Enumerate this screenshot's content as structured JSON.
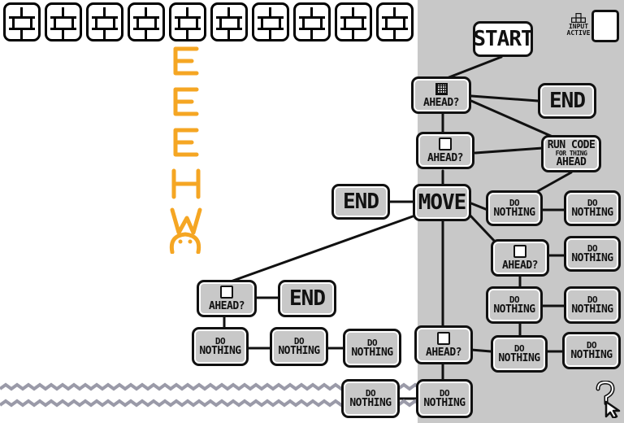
{
  "game": {
    "colors": {
      "panel": "#c8c8c8",
      "player": "#f5a623",
      "water": "#9a9aa8",
      "outline": "#111111"
    },
    "brick_row": {
      "count": 10
    },
    "player_text": "EEHWo",
    "indicator": {
      "line1": "INPUT",
      "line2": "ACTIVE",
      "icon": "grid-icon"
    },
    "help_icon": "question-cursor-icon"
  },
  "program": {
    "nodes": [
      {
        "id": "start",
        "lines": [
          "START"
        ]
      },
      {
        "id": "ahead1",
        "icon": "grid-icon",
        "lines": [
          "AHEAD?"
        ]
      },
      {
        "id": "end1",
        "lines": [
          "END"
        ]
      },
      {
        "id": "ahead2",
        "icon": "box-icon",
        "lines": [
          "AHEAD?"
        ]
      },
      {
        "id": "runcode",
        "lines": [
          "RUN CODE",
          "FOR THING",
          "AHEAD"
        ]
      },
      {
        "id": "end2",
        "lines": [
          "END"
        ]
      },
      {
        "id": "move",
        "lines": [
          "MOVE"
        ]
      },
      {
        "id": "nothing1",
        "lines": [
          "DO",
          "NOTHING"
        ]
      },
      {
        "id": "nothing2",
        "lines": [
          "DO",
          "NOTHING"
        ]
      },
      {
        "id": "ahead3",
        "icon": "box-icon",
        "lines": [
          "AHEAD?"
        ]
      },
      {
        "id": "nothing3",
        "lines": [
          "DO",
          "NOTHING"
        ]
      },
      {
        "id": "ahead4",
        "icon": "box-icon",
        "lines": [
          "AHEAD?"
        ]
      },
      {
        "id": "end3",
        "lines": [
          "END"
        ]
      },
      {
        "id": "nothing4",
        "lines": [
          "DO",
          "NOTHING"
        ]
      },
      {
        "id": "nothing5",
        "lines": [
          "DO",
          "NOTHING"
        ]
      },
      {
        "id": "nothing6",
        "lines": [
          "DO",
          "NOTHING"
        ]
      },
      {
        "id": "nothing7",
        "lines": [
          "DO",
          "NOTHING"
        ]
      },
      {
        "id": "nothing8",
        "lines": [
          "DO",
          "NOTHING"
        ]
      },
      {
        "id": "nothing9",
        "lines": [
          "DO",
          "NOTHING"
        ]
      },
      {
        "id": "ahead5",
        "icon": "box-icon",
        "lines": [
          "AHEAD?"
        ]
      },
      {
        "id": "nothing10",
        "lines": [
          "DO",
          "NOTHING"
        ]
      },
      {
        "id": "nothing11",
        "lines": [
          "DO",
          "NOTHING"
        ]
      },
      {
        "id": "nothing12",
        "lines": [
          "DO",
          "NOTHING"
        ]
      },
      {
        "id": "nothing13",
        "lines": [
          "DO",
          "NOTHING"
        ]
      }
    ]
  }
}
